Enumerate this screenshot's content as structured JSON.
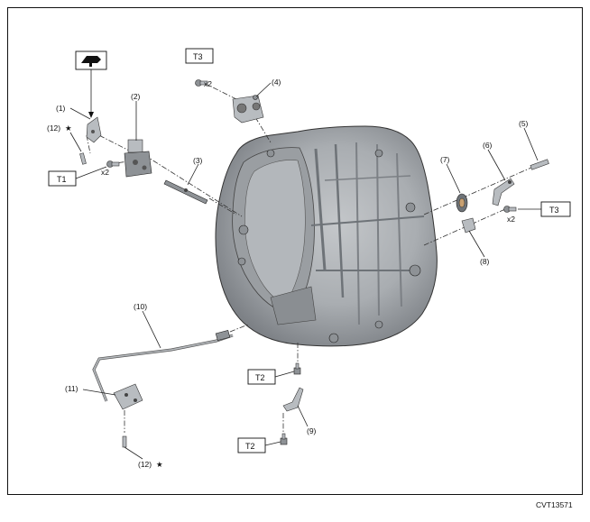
{
  "diagram": {
    "doc_id": "CVT13571",
    "callouts": {
      "c1": "(1)",
      "c2": "(2)",
      "c3": "(3)",
      "c4": "(4)",
      "c5": "(5)",
      "c6": "(6)",
      "c7": "(7)",
      "c8": "(8)",
      "c9": "(9)",
      "c10": "(10)",
      "c11": "(11)",
      "c12a": "(12)",
      "c12b": "(12)"
    },
    "star": "★",
    "torque": {
      "t1": "T1",
      "t2a": "T2",
      "t2b": "T2",
      "t3a": "T3",
      "t3b": "T3"
    },
    "multipliers": {
      "m1": "x2",
      "m2": "x2",
      "m3": "x2"
    },
    "icons": {
      "lubricant": "grease-gun-icon",
      "star": "star-icon"
    },
    "colors": {
      "casting": "#a9adb1",
      "casting_dark": "#6e7378",
      "line": "#222222"
    }
  }
}
